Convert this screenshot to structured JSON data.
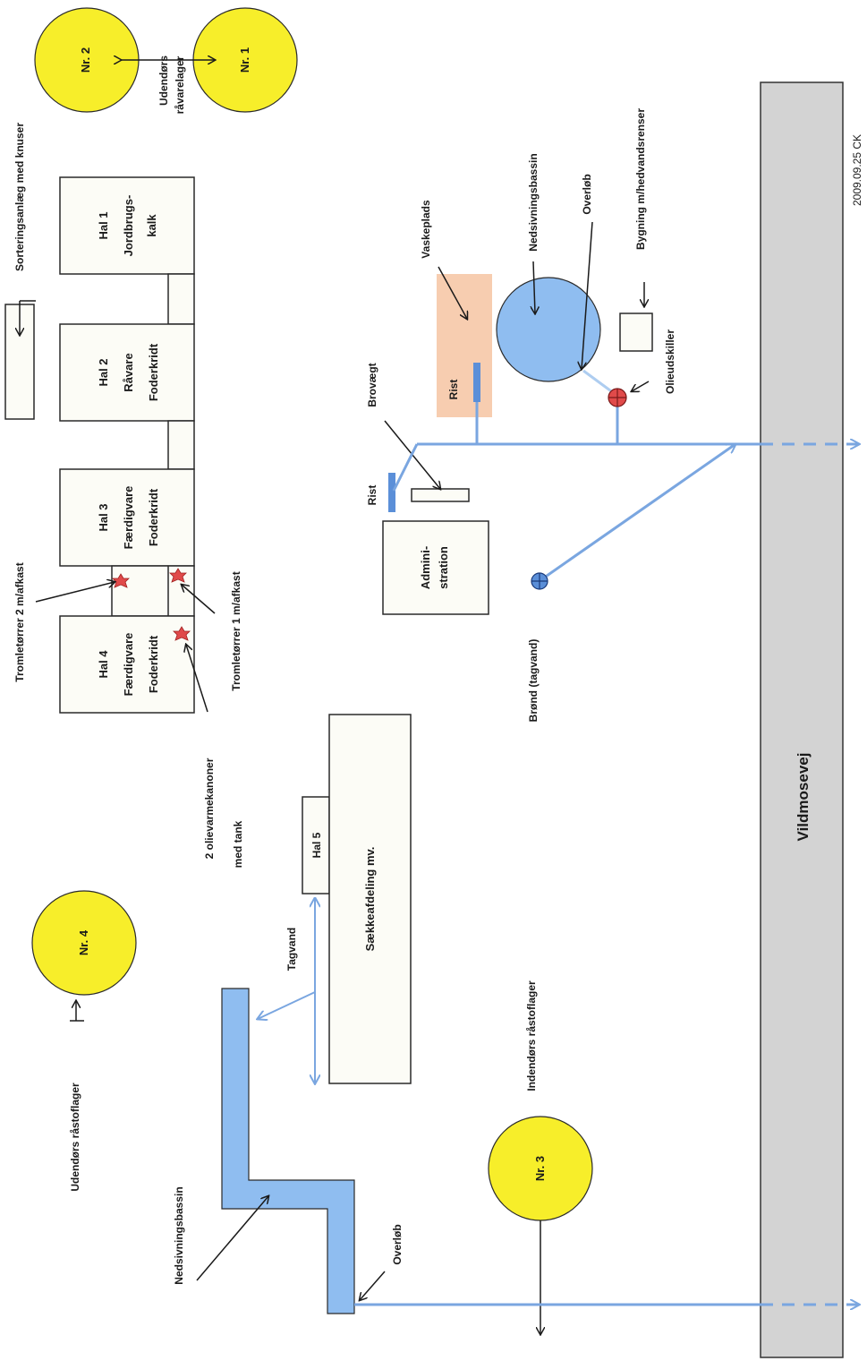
{
  "silos": {
    "nr1": "Nr. 1",
    "nr2": "Nr. 2",
    "nr3": "Nr. 3",
    "nr4": "Nr. 4"
  },
  "labels": {
    "udendors_ravarelager_1": "Udendørs",
    "udendors_ravarelager_2": "råvarelager",
    "sortering": "Sorteringsanlæg med knuser",
    "udendors_rastoflager": "Udendørs råstoflager",
    "indendors_rastoflager": "Indendørs råstoflager",
    "nedsivningsbassin_left": "Nedsivningsbassin",
    "overlob_left": "Overløb",
    "tagvand": "Tagvand",
    "oliekanoner_1": "2 olievarmekanoner",
    "oliekanoner_2": "med tank",
    "tromle2": "Tromletørrer 2 m/afkast",
    "tromle1": "Tromletørrer 1 m/afkast",
    "rist_left": "Rist",
    "brovaegt": "Brovægt",
    "vaskeplads": "Vaskeplads",
    "rist_right": "Rist",
    "nedsivningsbassin_right": "Nedsivningsbassin",
    "overlob_right": "Overløb",
    "bygning": "Bygning m/hedvandsrenser",
    "olieudskiller": "Olieudskiller",
    "brond": "Brønd (tagvand)",
    "road": "Vildmosevej",
    "stamp": "2009.09.25 CK"
  },
  "halls": {
    "hal1": [
      "Hal 1",
      "Jordbrugs-",
      "kalk"
    ],
    "hal2": [
      "Hal 2",
      "Råvare",
      "Foderkridt"
    ],
    "hal3": [
      "Hal 3",
      "Færdigvare",
      "Foderkridt"
    ],
    "hal4": [
      "Hal 4",
      "Færdigvare",
      "Foderkridt"
    ],
    "hal5": "Hal 5",
    "saekke": "Sækkeafdeling mv.",
    "admin": [
      "Admini-",
      "stration"
    ]
  },
  "colors": {
    "silo": "#f7ee2a",
    "water": "#8fbdf0",
    "pipe": "#7aa6e0",
    "wash": "#f7cdb0",
    "road": "#d3d3d3",
    "red": "#e04a4a"
  }
}
